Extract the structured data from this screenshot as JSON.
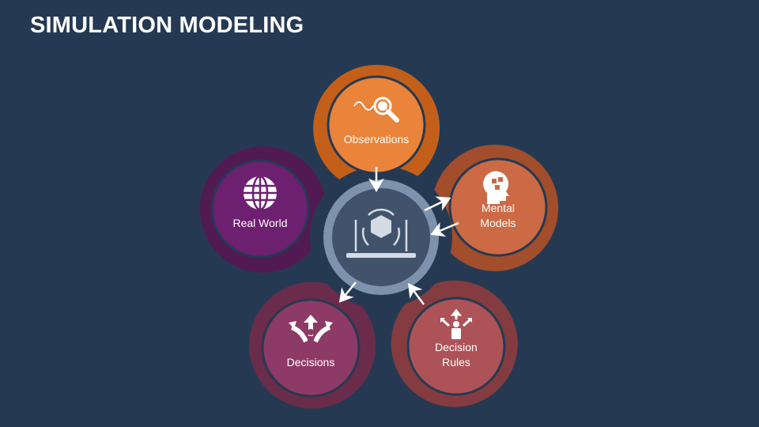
{
  "title": "SIMULATION MODELING",
  "hub": {
    "icon": "laptop-cube-icon"
  },
  "nodes": [
    {
      "id": "observations",
      "lines": [
        "Observations"
      ],
      "icon": "magnifier-icon",
      "color": "#ea843a",
      "blob": "#c45f19"
    },
    {
      "id": "mental-models",
      "lines": [
        "Mental",
        "Models"
      ],
      "icon": "head-puzzle-icon",
      "color": "#cb6a45",
      "blob": "#a24d2c"
    },
    {
      "id": "decision-rules",
      "lines": [
        "Decision",
        "Rules"
      ],
      "icon": "person-arrows-icon",
      "color": "#ad5358",
      "blob": "#843c40"
    },
    {
      "id": "decisions",
      "lines": [
        "Decisions"
      ],
      "icon": "split-arrows-icon",
      "color": "#8e3a66",
      "blob": "#6a2c4a"
    },
    {
      "id": "real-world",
      "lines": [
        "Real World"
      ],
      "icon": "globe-icon",
      "color": "#6d2070",
      "blob": "#521a52"
    }
  ],
  "colors": {
    "background": "#253a52",
    "hub_ring": "#7d92ad",
    "hub_inner": "#41536b"
  }
}
